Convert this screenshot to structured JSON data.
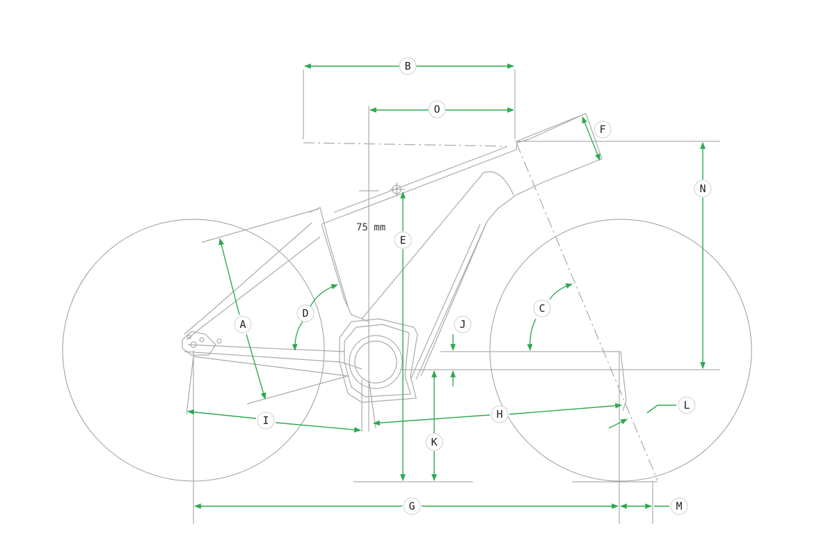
{
  "colors": {
    "dimension": "#2ea84f",
    "frame": "#a9a9a9",
    "label_border": "#cfcfcf"
  },
  "note": "75 mm",
  "labels": {
    "A": "A",
    "B": "B",
    "C": "C",
    "D": "D",
    "E": "E",
    "F": "F",
    "G": "G",
    "H": "H",
    "I": "I",
    "J": "J",
    "K": "K",
    "L": "L",
    "M": "M",
    "N": "N",
    "O": "O"
  }
}
